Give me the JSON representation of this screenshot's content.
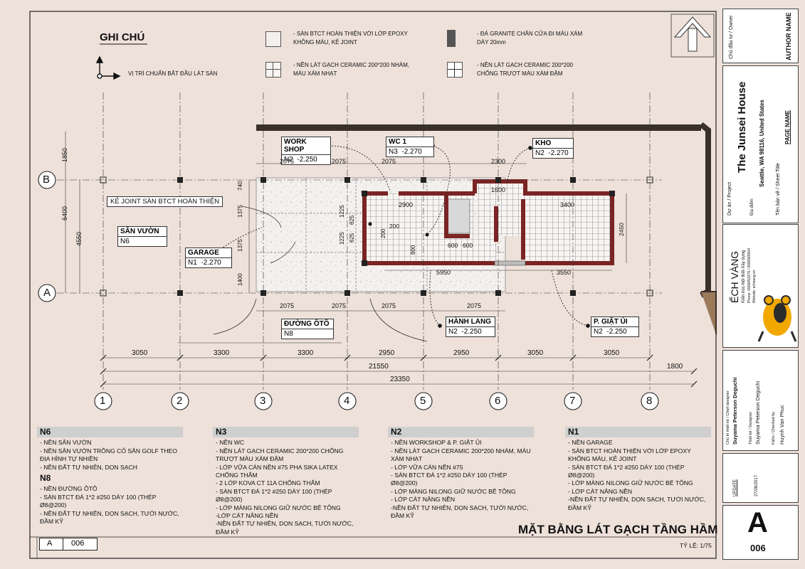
{
  "legend": {
    "title": "GHI CHÚ",
    "start_point": "VỊ TRÍ CHUẨN BẮT ĐẦU LÁT SÀN",
    "epoxy": "- SÀN BTCT HOÀN THIỆN VỚI LỚP EPOXY KHÔNG MÀU, KẺ JOINT",
    "ceramic_gray": "- NỀN LÁT GẠCH CERAMIC 200*200 NHÁM, MÀU XÁM NHẠT",
    "granite": "- ĐÁ GRANITE CHÂN CỬA ĐI MÀU XÁM DÀY 20mm",
    "ceramic_dark": "- NỀN LÁT GẠCH CERAMIC 200*200 CHỐNG TRƯỢT MÀU XÁM ĐẬM"
  },
  "rooms": {
    "workshop": {
      "name": "WORK SHOP",
      "code": "N2",
      "level": "-2.250"
    },
    "wc": {
      "name": "WC 1",
      "code": "N3",
      "level": "-2.270"
    },
    "kho": {
      "name": "KHO",
      "code": "N2",
      "level": "-2.270"
    },
    "san_vuon": {
      "name": "SÂN VƯỜN",
      "code": "N6"
    },
    "garage": {
      "name": "GARAGE",
      "code": "N1",
      "level": "-2.270"
    },
    "duong_oto": {
      "name": "ĐƯỜNG ÔTÔ",
      "code": "N8"
    },
    "hanh_lang": {
      "name": "HÀNH LANG",
      "code": "N2",
      "level": "-2.250"
    },
    "giat_ui": {
      "name": "P. GIẶT ỦI",
      "code": "N2",
      "level": "-2.250"
    }
  },
  "joint_label": "KẺ JOINT SÀN BTCT HOÀN THIỆN",
  "grid": {
    "rows": [
      "B",
      "A"
    ],
    "cols": [
      "1",
      "2",
      "3",
      "4",
      "5",
      "6",
      "7",
      "8"
    ]
  },
  "dims": {
    "bottom": [
      "3050",
      "3300",
      "3300",
      "2950",
      "2950",
      "3050",
      "3050",
      "1800"
    ],
    "overall_1": "21550",
    "overall_2": "23350",
    "top": [
      "2075",
      "2075",
      "2075",
      "2300"
    ],
    "bottom_inner": [
      "2075",
      "2075",
      "2075",
      "2075"
    ],
    "left": [
      "1850",
      "6400",
      "4550",
      "740",
      "1375",
      "1375",
      "1400"
    ],
    "inner": [
      "2900",
      "3400",
      "1600",
      "1225",
      "625",
      "200",
      "200",
      "1225",
      "625",
      "800",
      "600",
      "600",
      "5950",
      "3550",
      "2450"
    ]
  },
  "notes": [
    {
      "code": "N6",
      "items": [
        "- NỀN SÂN VƯỜN",
        "- NỀN SÂN VƯỜN TRỒNG CỎ SÂN GOLF THEO ĐỊA HÌNH TỰ NHIÊN",
        "- NỀN ĐẤT TỰ NHIÊN, DỌN SẠCH"
      ]
    },
    {
      "code": "N8",
      "items": [
        "- NỀN ĐƯỜNG ÔTÔ",
        "- SÀN BTCT ĐÁ 1*2 #250 DÀY 100 (THÉP Ø8@200)",
        "- NỀN ĐẤT TỰ NHIÊN, DỌN SẠCH, TƯỚI NƯỚC, ĐẦM KỸ"
      ]
    },
    {
      "code": "N3",
      "items": [
        "- NỀN WC",
        "- NỀN LÁT GẠCH CERAMIC 200*200 CHỐNG TRƯỢT MÀU XÁM ĐẬM",
        "- LỚP VỮA CÁN NỀN #75 PHA SIKA LATEX CHỐNG THẤM",
        "- 2 LỚP KOVA CT 11A CHỐNG THẤM",
        "- SÀN BTCT ĐÁ 1*2 #250 DÀY 100 (THÉP Ø8@200)",
        "- LỚP MÀNG NILONG GIỮ NƯỚC BÊ TÔNG",
        "-LỚP CÁT NÂNG NỀN",
        "-NỀN ĐẤT TỰ NHIÊN, DỌN SẠCH, TƯỚI NƯỚC, ĐẦM KỸ"
      ]
    },
    {
      "code": "N2",
      "items": [
        "- NỀN WORKSHOP & P. GIẶT ỦI",
        "- NỀN LÁT GẠCH CERAMIC 200*200 NHÁM, MÀU XÁM NHẠT",
        "- LỚP VỮA CÁN NỀN #75",
        "- SÀN BTCT ĐÁ 1*2 #250 DÀY 100 (THÉP Ø8@200)",
        "- LỚP MÀNG NILONG GIỮ NƯỚC BÊ TÔNG",
        "- LỚP CÁT NÂNG NỀN",
        "-NỀN ĐẤT TỰ NHIÊN, DỌN SẠCH, TƯỚI NƯỚC, ĐẦM KỸ"
      ]
    },
    {
      "code": "N1",
      "items": [
        "- NỀN GARAGE",
        "- SÀN BTCT HOÀN THIỆN VỚI LỚP EPOXY KHÔNG MÀU, KẺ JOINT",
        "- SÀN BTCT ĐÁ 1*2 #250 DÀY 100 (THÉP Ø8@200)",
        "- LỚP MÀNG NILONG GIỮ NƯỚC BÊ TÔNG",
        "- LỚP CÁT NÂNG NỀN",
        "-NỀN ĐẤT TỰ NHIÊN, DỌN SẠCH, TƯỚI NƯỚC, ĐẦM KỸ"
      ]
    }
  ],
  "drawing_title": "MẶT BẰNG LÁT GẠCH TẦNG HẦM",
  "scale": "TỶ LỆ: 1/75",
  "sheet_ref": {
    "letter": "A",
    "number": "006"
  },
  "titleblock": {
    "owner_label": "Chủ đầu tư / Owner",
    "owner_name": "AUTHOR NAME",
    "project_label": "Dự án / Project",
    "project_name": "The Junsei House",
    "location_label": "Địa điểm",
    "location": "Seattle, WA 98116, United States",
    "sheet_label": "Tên bản vẽ / Sheet Title",
    "page_name": "PAGE NAME",
    "company": "ẾCH VÀNG",
    "company_sub": "Kiến trúc-Nội thất-Xây dựng",
    "company_phone": "Phone: 0906053379 / 0906565504",
    "company_web": "Website: echvang.vn",
    "chief_label": "Chủ trì thiết kế / Chief designer",
    "chief": "Suyama Peterson Deguchi",
    "designer_label": "Thiết kế / Designer",
    "designer": "Suyama Peterson Deguchi",
    "checked_label": "Kiểm / Checked by",
    "checked": "Huynh Van Phuc",
    "update_label": "UPDATE",
    "date": "27/06/2017",
    "sheet_letter": "A",
    "sheet_number": "006"
  },
  "colors": {
    "paper": "#eee1da",
    "wall": "#7a2424",
    "beam": "#3a302a",
    "frog_yellow": "#f2a800"
  }
}
